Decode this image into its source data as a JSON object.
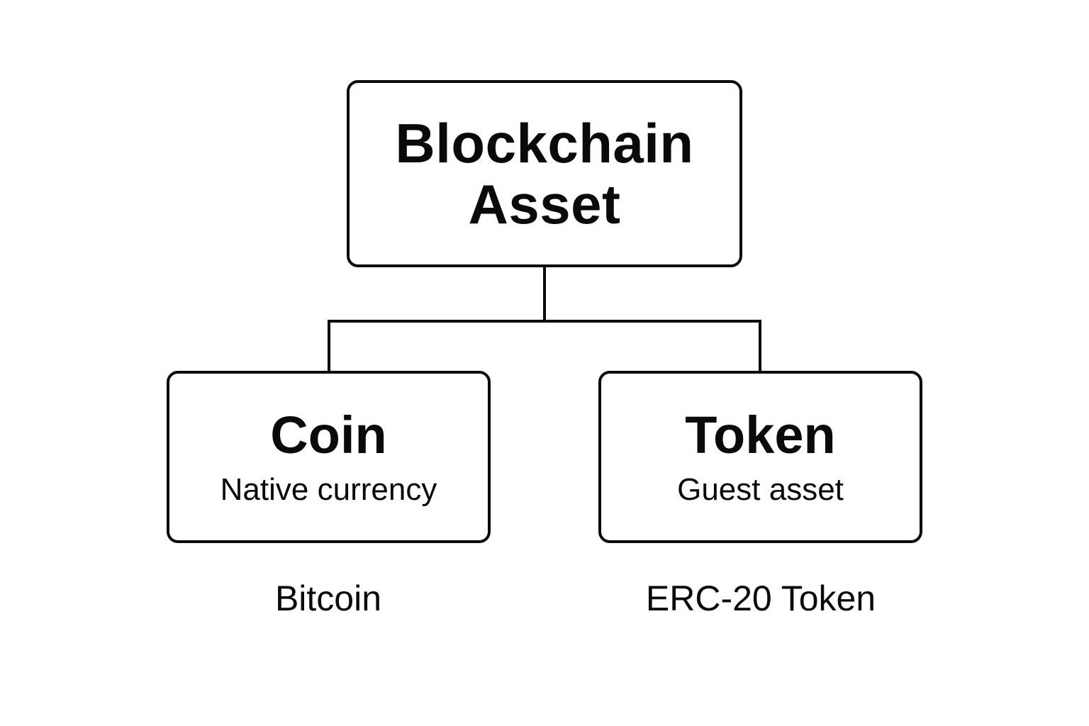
{
  "diagram": {
    "root": {
      "title": "Blockchain\nAsset"
    },
    "children": [
      {
        "title": "Coin",
        "subtitle": "Native currency",
        "example": "Bitcoin"
      },
      {
        "title": "Token",
        "subtitle": "Guest asset",
        "example": "ERC-20 Token"
      }
    ],
    "colors": {
      "stroke": "#0a0a0a",
      "background": "#ffffff"
    }
  }
}
